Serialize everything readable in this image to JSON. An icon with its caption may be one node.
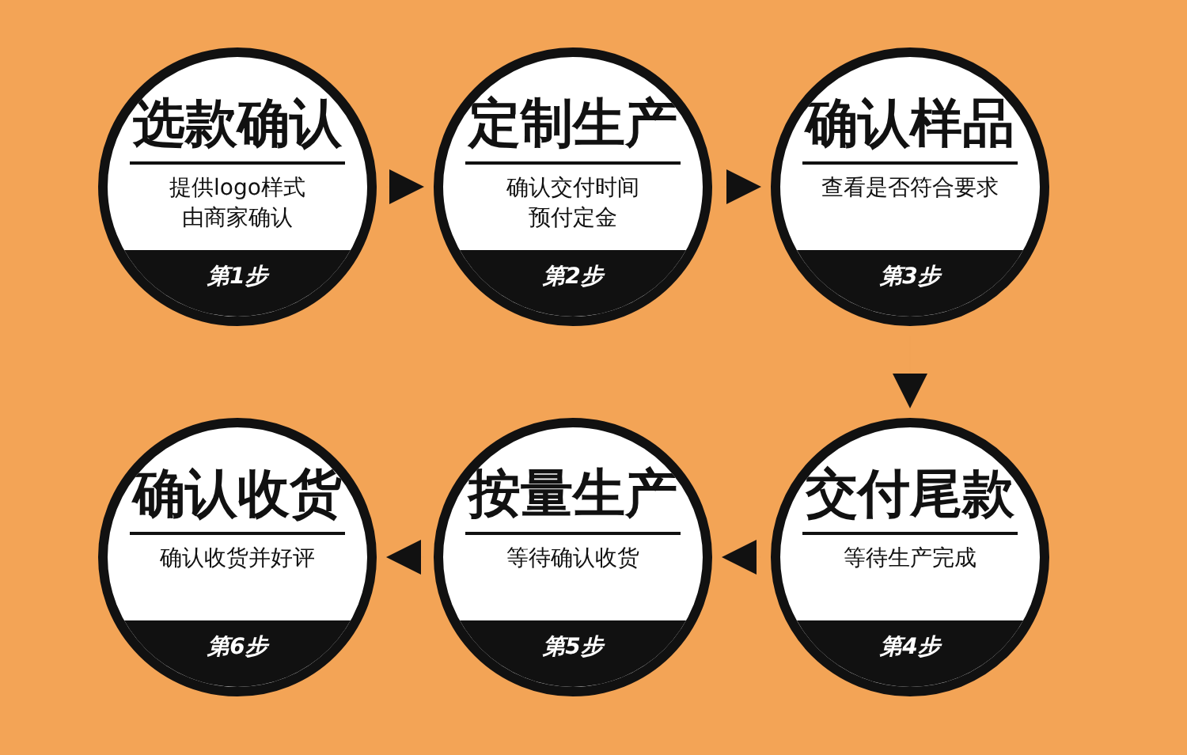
{
  "diagram": {
    "nodes": [
      {
        "text": [
          "选款确认",
          "提供logo样式由商家确认",
          "第1步"
        ]
      },
      {
        "text": [
          "定制生产",
          "确认交付时间预付定金",
          "第2步"
        ]
      },
      {
        "text": [
          "确认样品",
          "查看是否符合要求",
          "第3步"
        ]
      },
      {
        "text": [
          "确认收货",
          "确认收货并好评",
          "第6步"
        ]
      },
      {
        "text": [
          "按量生产",
          "等待确认收货",
          "第5步"
        ]
      },
      {
        "text": [
          "交付尾款",
          "等待生产完成",
          "第4步"
        ]
      }
    ],
    "edges": [
      {
        "from": 0,
        "to": 1,
        "arrow": "to"
      },
      {
        "from": 1,
        "to": 2,
        "arrow": "to"
      },
      {
        "from": 2,
        "to": 5,
        "arrow": "to"
      },
      {
        "from": 5,
        "to": 4,
        "arrow": "to"
      },
      {
        "from": 4,
        "to": 3,
        "arrow": "to"
      }
    ]
  }
}
